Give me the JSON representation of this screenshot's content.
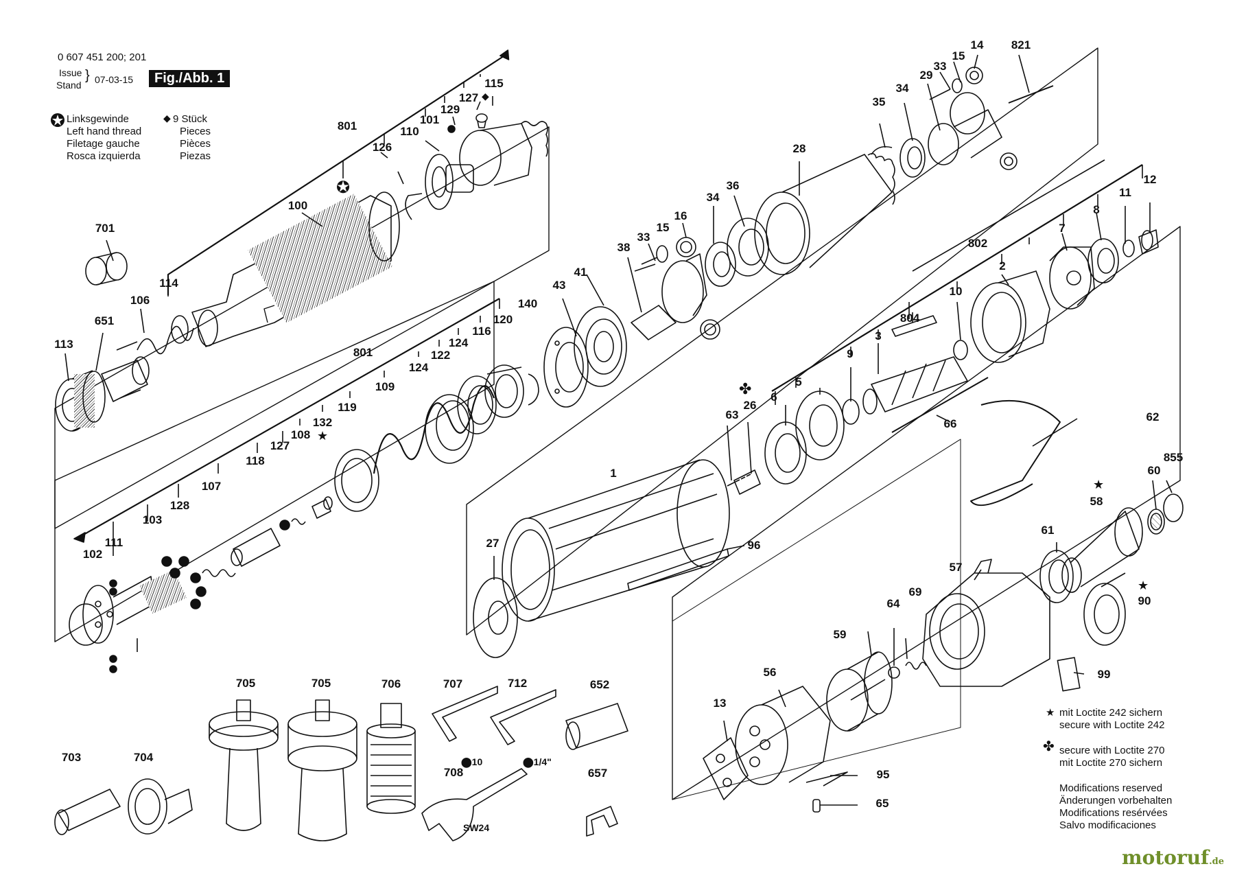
{
  "header": {
    "part_number": "0 607 451 200; 201",
    "issue_label": "Issue",
    "stand_label": "Stand",
    "date": "07-03-15",
    "fig": "Fig./Abb. 1"
  },
  "legend_left": {
    "lines": [
      "Linksgewinde",
      "Left hand thread",
      "Filetage gauche",
      "Rosca izquierda"
    ]
  },
  "legend_right": {
    "lines": [
      "9 Stück",
      "Pieces",
      "Pièces",
      "Piezas"
    ]
  },
  "notes": {
    "loctite242": [
      "mit Loctite 242 sichern",
      "secure with Loctite 242"
    ],
    "loctite270": [
      "secure with Loctite 270",
      "mit Loctite 270 sichern"
    ],
    "modifications": [
      "Modifications reserved",
      "Änderungen vorbehalten",
      "Modifications resérvées",
      "Salvo modificaciones"
    ]
  },
  "tool_text": {
    "wrench": "SW24",
    "key_10": "10",
    "key_14": "1/4\""
  },
  "watermark": {
    "name": "motoruf",
    "tld": ".de"
  },
  "parts": [
    "0 607 451 200",
    "1",
    "2",
    "3",
    "5",
    "6",
    "7",
    "8",
    "9",
    "10",
    "11",
    "12",
    "13",
    "14",
    "15",
    "16",
    "26",
    "27",
    "28",
    "29",
    "33",
    "34",
    "35",
    "36",
    "38",
    "41",
    "43",
    "56",
    "57",
    "58",
    "59",
    "60",
    "61",
    "62",
    "63",
    "64",
    "65",
    "66",
    "69",
    "90",
    "95",
    "96",
    "99",
    "100",
    "101",
    "102",
    "103",
    "106",
    "107",
    "108",
    "109",
    "110",
    "111",
    "113",
    "114",
    "115",
    "116",
    "118",
    "119",
    "120",
    "122",
    "124",
    "126",
    "127",
    "128",
    "129",
    "132",
    "140",
    "651",
    "652",
    "657",
    "701",
    "703",
    "704",
    "705",
    "706",
    "707",
    "708",
    "712",
    "801",
    "802",
    "804",
    "821",
    "855"
  ],
  "labels": [
    {
      "id": "801a",
      "text": "801"
    },
    {
      "id": "126",
      "text": "126"
    },
    {
      "id": "110",
      "text": "110"
    },
    {
      "id": "101",
      "text": "101"
    },
    {
      "id": "129",
      "text": "129"
    },
    {
      "id": "127a",
      "text": "127"
    },
    {
      "id": "115",
      "text": "115"
    },
    {
      "id": "100",
      "text": "100"
    },
    {
      "id": "701",
      "text": "701"
    },
    {
      "id": "106",
      "text": "106"
    },
    {
      "id": "651",
      "text": "651"
    },
    {
      "id": "113",
      "text": "113"
    },
    {
      "id": "114",
      "text": "114"
    },
    {
      "id": "801b",
      "text": "801"
    },
    {
      "id": "109",
      "text": "109"
    },
    {
      "id": "124a",
      "text": "124"
    },
    {
      "id": "122",
      "text": "122"
    },
    {
      "id": "124b",
      "text": "124"
    },
    {
      "id": "116",
      "text": "116"
    },
    {
      "id": "120",
      "text": "120"
    },
    {
      "id": "140",
      "text": "140"
    },
    {
      "id": "119",
      "text": "119"
    },
    {
      "id": "132",
      "text": "132"
    },
    {
      "id": "108",
      "text": "108"
    },
    {
      "id": "127b",
      "text": "127"
    },
    {
      "id": "118",
      "text": "118"
    },
    {
      "id": "107",
      "text": "107"
    },
    {
      "id": "128",
      "text": "128"
    },
    {
      "id": "103",
      "text": "103"
    },
    {
      "id": "111",
      "text": "111"
    },
    {
      "id": "102",
      "text": "102"
    },
    {
      "id": "43",
      "text": "43"
    },
    {
      "id": "41",
      "text": "41"
    },
    {
      "id": "38",
      "text": "38"
    },
    {
      "id": "33a",
      "text": "33"
    },
    {
      "id": "15a",
      "text": "15"
    },
    {
      "id": "16",
      "text": "16"
    },
    {
      "id": "34a",
      "text": "34"
    },
    {
      "id": "36",
      "text": "36"
    },
    {
      "id": "28",
      "text": "28"
    },
    {
      "id": "35",
      "text": "35"
    },
    {
      "id": "34b",
      "text": "34"
    },
    {
      "id": "29",
      "text": "29"
    },
    {
      "id": "33b",
      "text": "33"
    },
    {
      "id": "15b",
      "text": "15"
    },
    {
      "id": "14",
      "text": "14"
    },
    {
      "id": "821",
      "text": "821"
    },
    {
      "id": "12",
      "text": "12"
    },
    {
      "id": "11",
      "text": "11"
    },
    {
      "id": "8",
      "text": "8"
    },
    {
      "id": "7",
      "text": "7"
    },
    {
      "id": "802",
      "text": "802"
    },
    {
      "id": "2",
      "text": "2"
    },
    {
      "id": "10",
      "text": "10"
    },
    {
      "id": "804",
      "text": "804"
    },
    {
      "id": "3",
      "text": "3"
    },
    {
      "id": "9",
      "text": "9"
    },
    {
      "id": "5",
      "text": "5"
    },
    {
      "id": "6",
      "text": "6"
    },
    {
      "id": "26",
      "text": "26"
    },
    {
      "id": "63",
      "text": "63"
    },
    {
      "id": "66",
      "text": "66"
    },
    {
      "id": "62",
      "text": "62"
    },
    {
      "id": "1",
      "text": "1"
    },
    {
      "id": "27",
      "text": "27"
    },
    {
      "id": "96",
      "text": "96"
    },
    {
      "id": "855",
      "text": "855"
    },
    {
      "id": "60",
      "text": "60"
    },
    {
      "id": "58",
      "text": "58"
    },
    {
      "id": "61",
      "text": "61"
    },
    {
      "id": "57",
      "text": "57"
    },
    {
      "id": "90",
      "text": "90"
    },
    {
      "id": "69",
      "text": "69"
    },
    {
      "id": "64",
      "text": "64"
    },
    {
      "id": "59",
      "text": "59"
    },
    {
      "id": "56",
      "text": "56"
    },
    {
      "id": "13",
      "text": "13"
    },
    {
      "id": "95",
      "text": "95"
    },
    {
      "id": "65",
      "text": "65"
    },
    {
      "id": "99",
      "text": "99"
    },
    {
      "id": "705a",
      "text": "705"
    },
    {
      "id": "705b",
      "text": "705"
    },
    {
      "id": "706",
      "text": "706"
    },
    {
      "id": "707",
      "text": "707"
    },
    {
      "id": "712",
      "text": "712"
    },
    {
      "id": "652",
      "text": "652"
    },
    {
      "id": "703",
      "text": "703"
    },
    {
      "id": "704",
      "text": "704"
    },
    {
      "id": "708",
      "text": "708"
    },
    {
      "id": "657",
      "text": "657"
    }
  ]
}
